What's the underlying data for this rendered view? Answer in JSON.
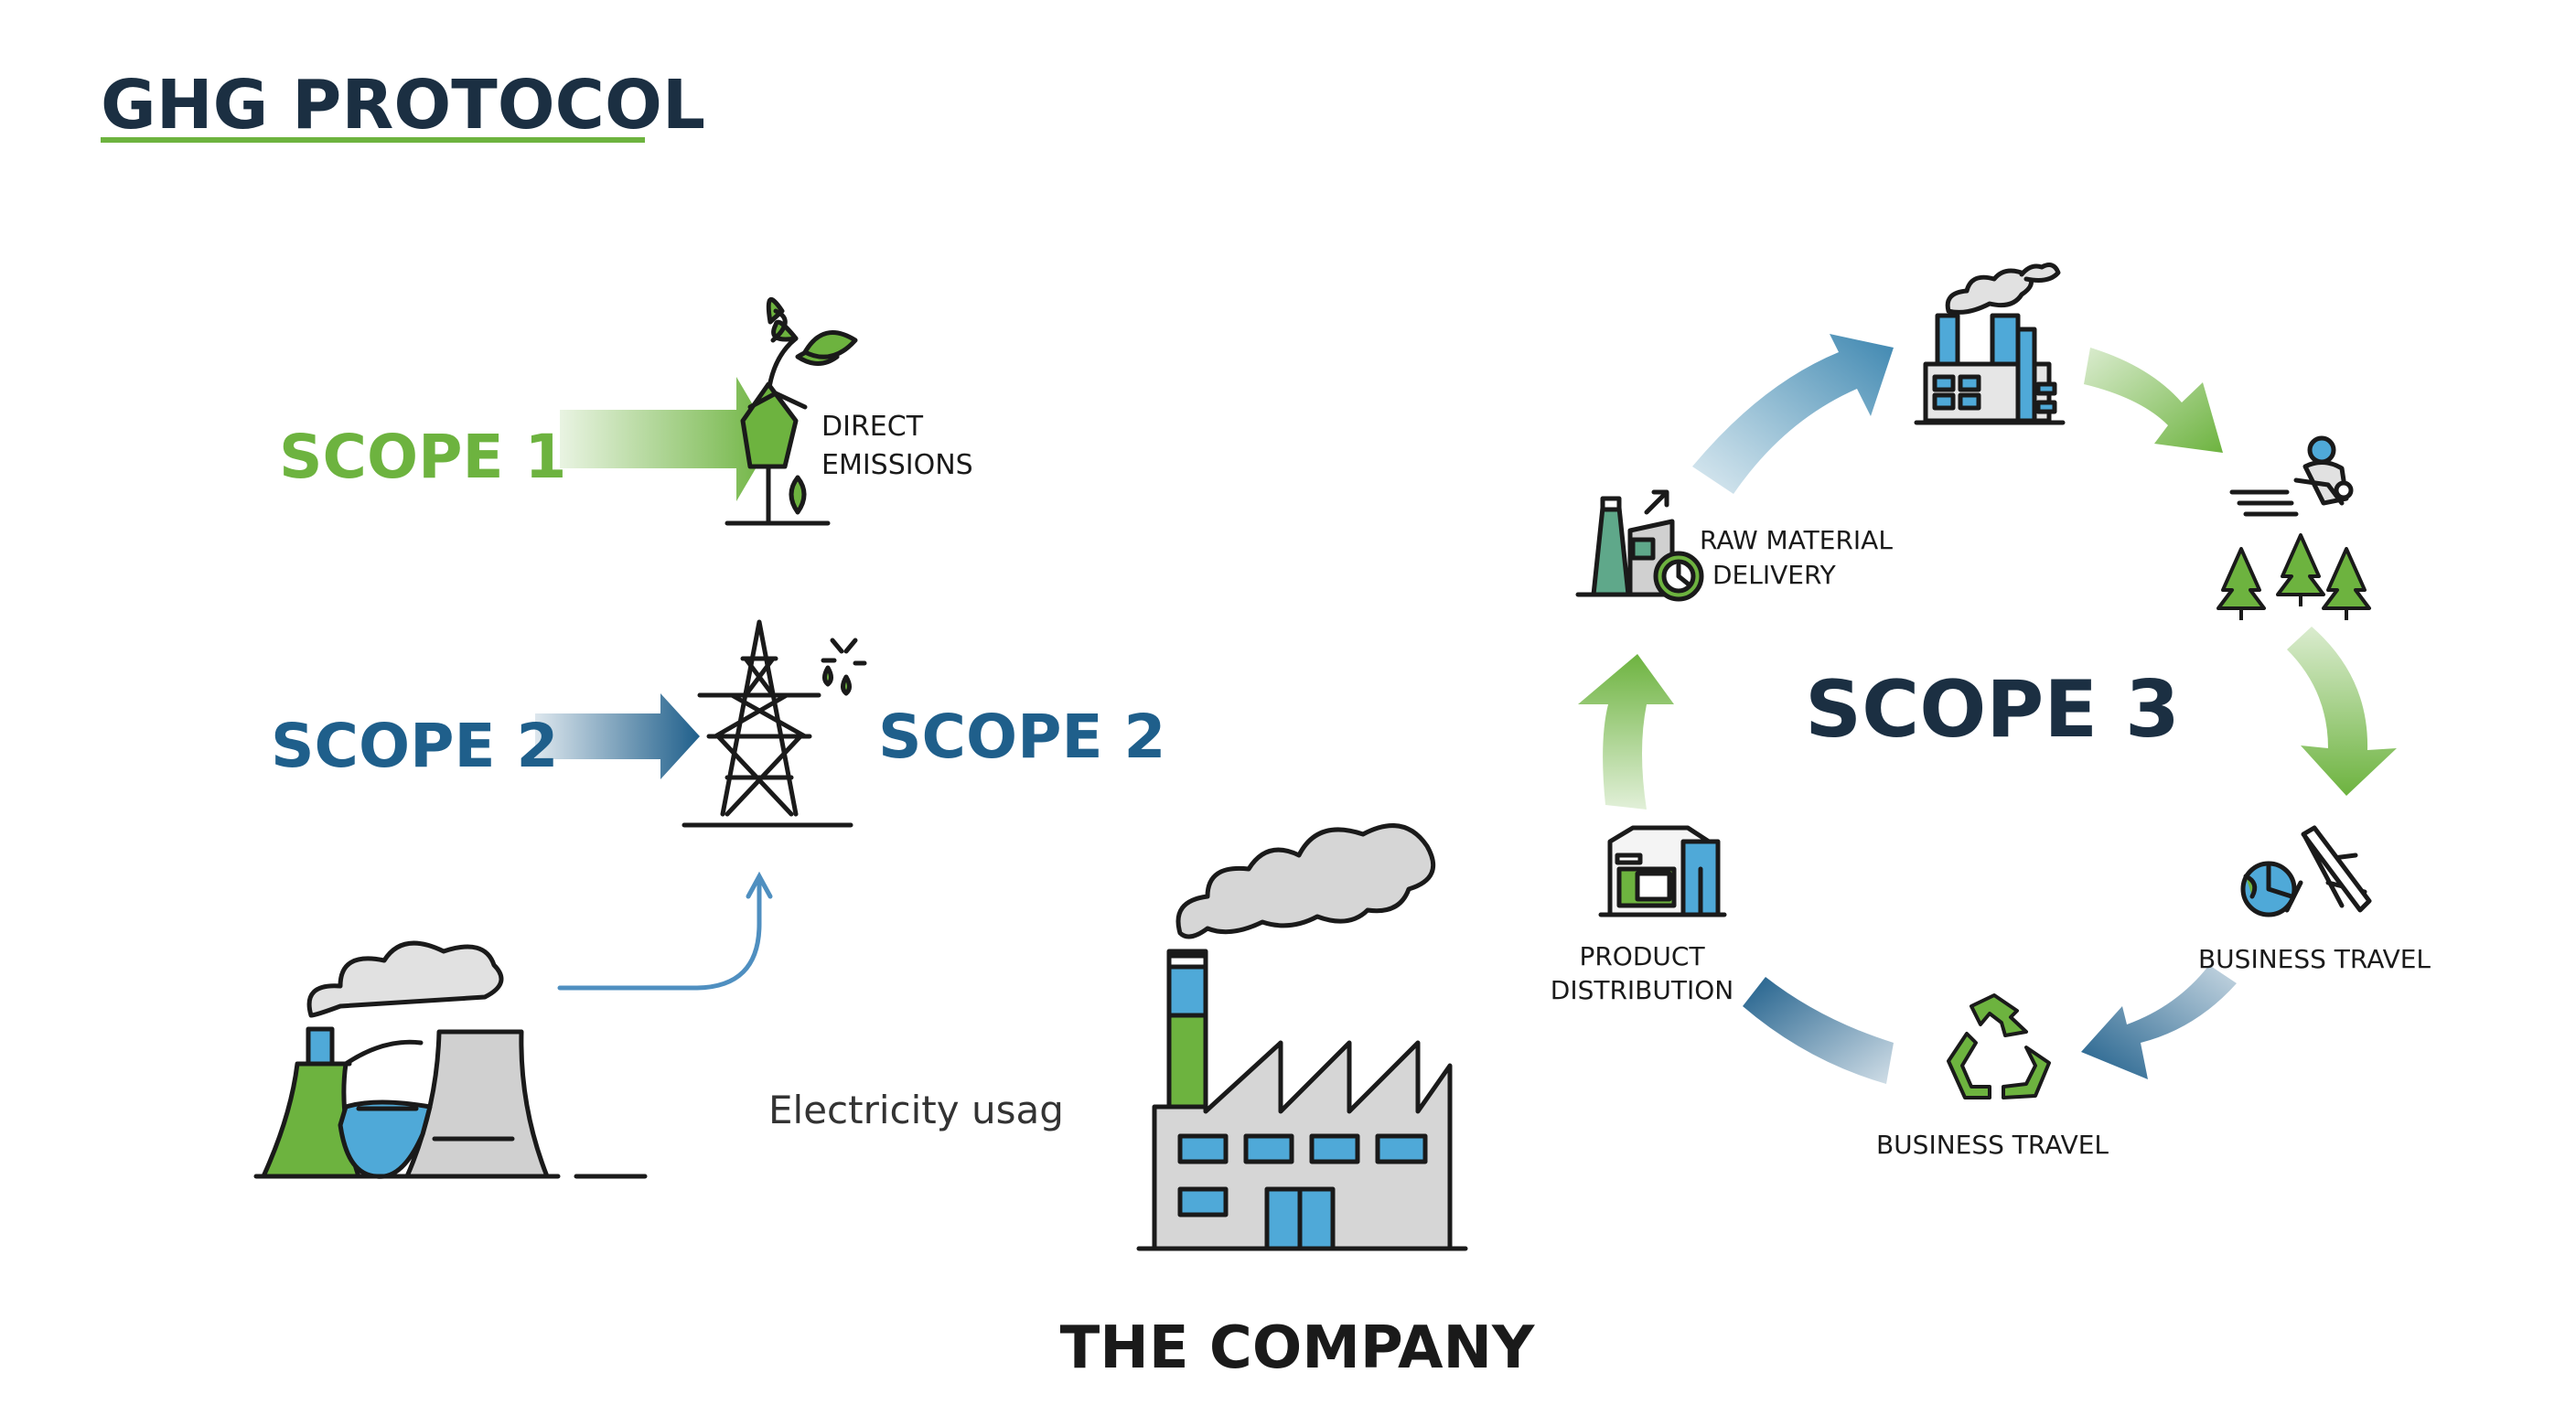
{
  "title": "GHG PROTOCOL",
  "scope1": {
    "label": "SCOPE 1",
    "caption_line1": "DIRECT",
    "caption_line2": "EMISSIONS"
  },
  "scope2": {
    "left_label": "SCOPE 2",
    "right_label": "SCOPE 2",
    "electricity_label": "Electricity usag"
  },
  "company": {
    "label": "THE COMPANY"
  },
  "scope3": {
    "label": "SCOPE 3",
    "raw_material_line1": "RAW MATERIAL",
    "raw_material_line2": "DELIVERY",
    "product_distribution_line1": "PRODUCT",
    "product_distribution_line2": "DISTRIBUTION",
    "business_travel_right": "BUSINESS TRAVEL",
    "business_travel_bottom": "BUSINESS TRAVEL"
  },
  "colors": {
    "navy": "#1b2f42",
    "green": "#6db33f",
    "blue": "#1f5f8b",
    "light_blue": "#4fa9d8",
    "gray": "#d0d0d0",
    "ink": "#1a1a1a"
  },
  "icons": [
    "plant-sprout-icon",
    "power-tower-icon",
    "power-plant-icon",
    "factory-icon",
    "raw-material-factory-icon",
    "scope3-factory-icon",
    "delivery-person-icon",
    "pine-trees-icon",
    "business-travel-plane-icon",
    "recycle-icon",
    "distribution-warehouse-icon"
  ]
}
